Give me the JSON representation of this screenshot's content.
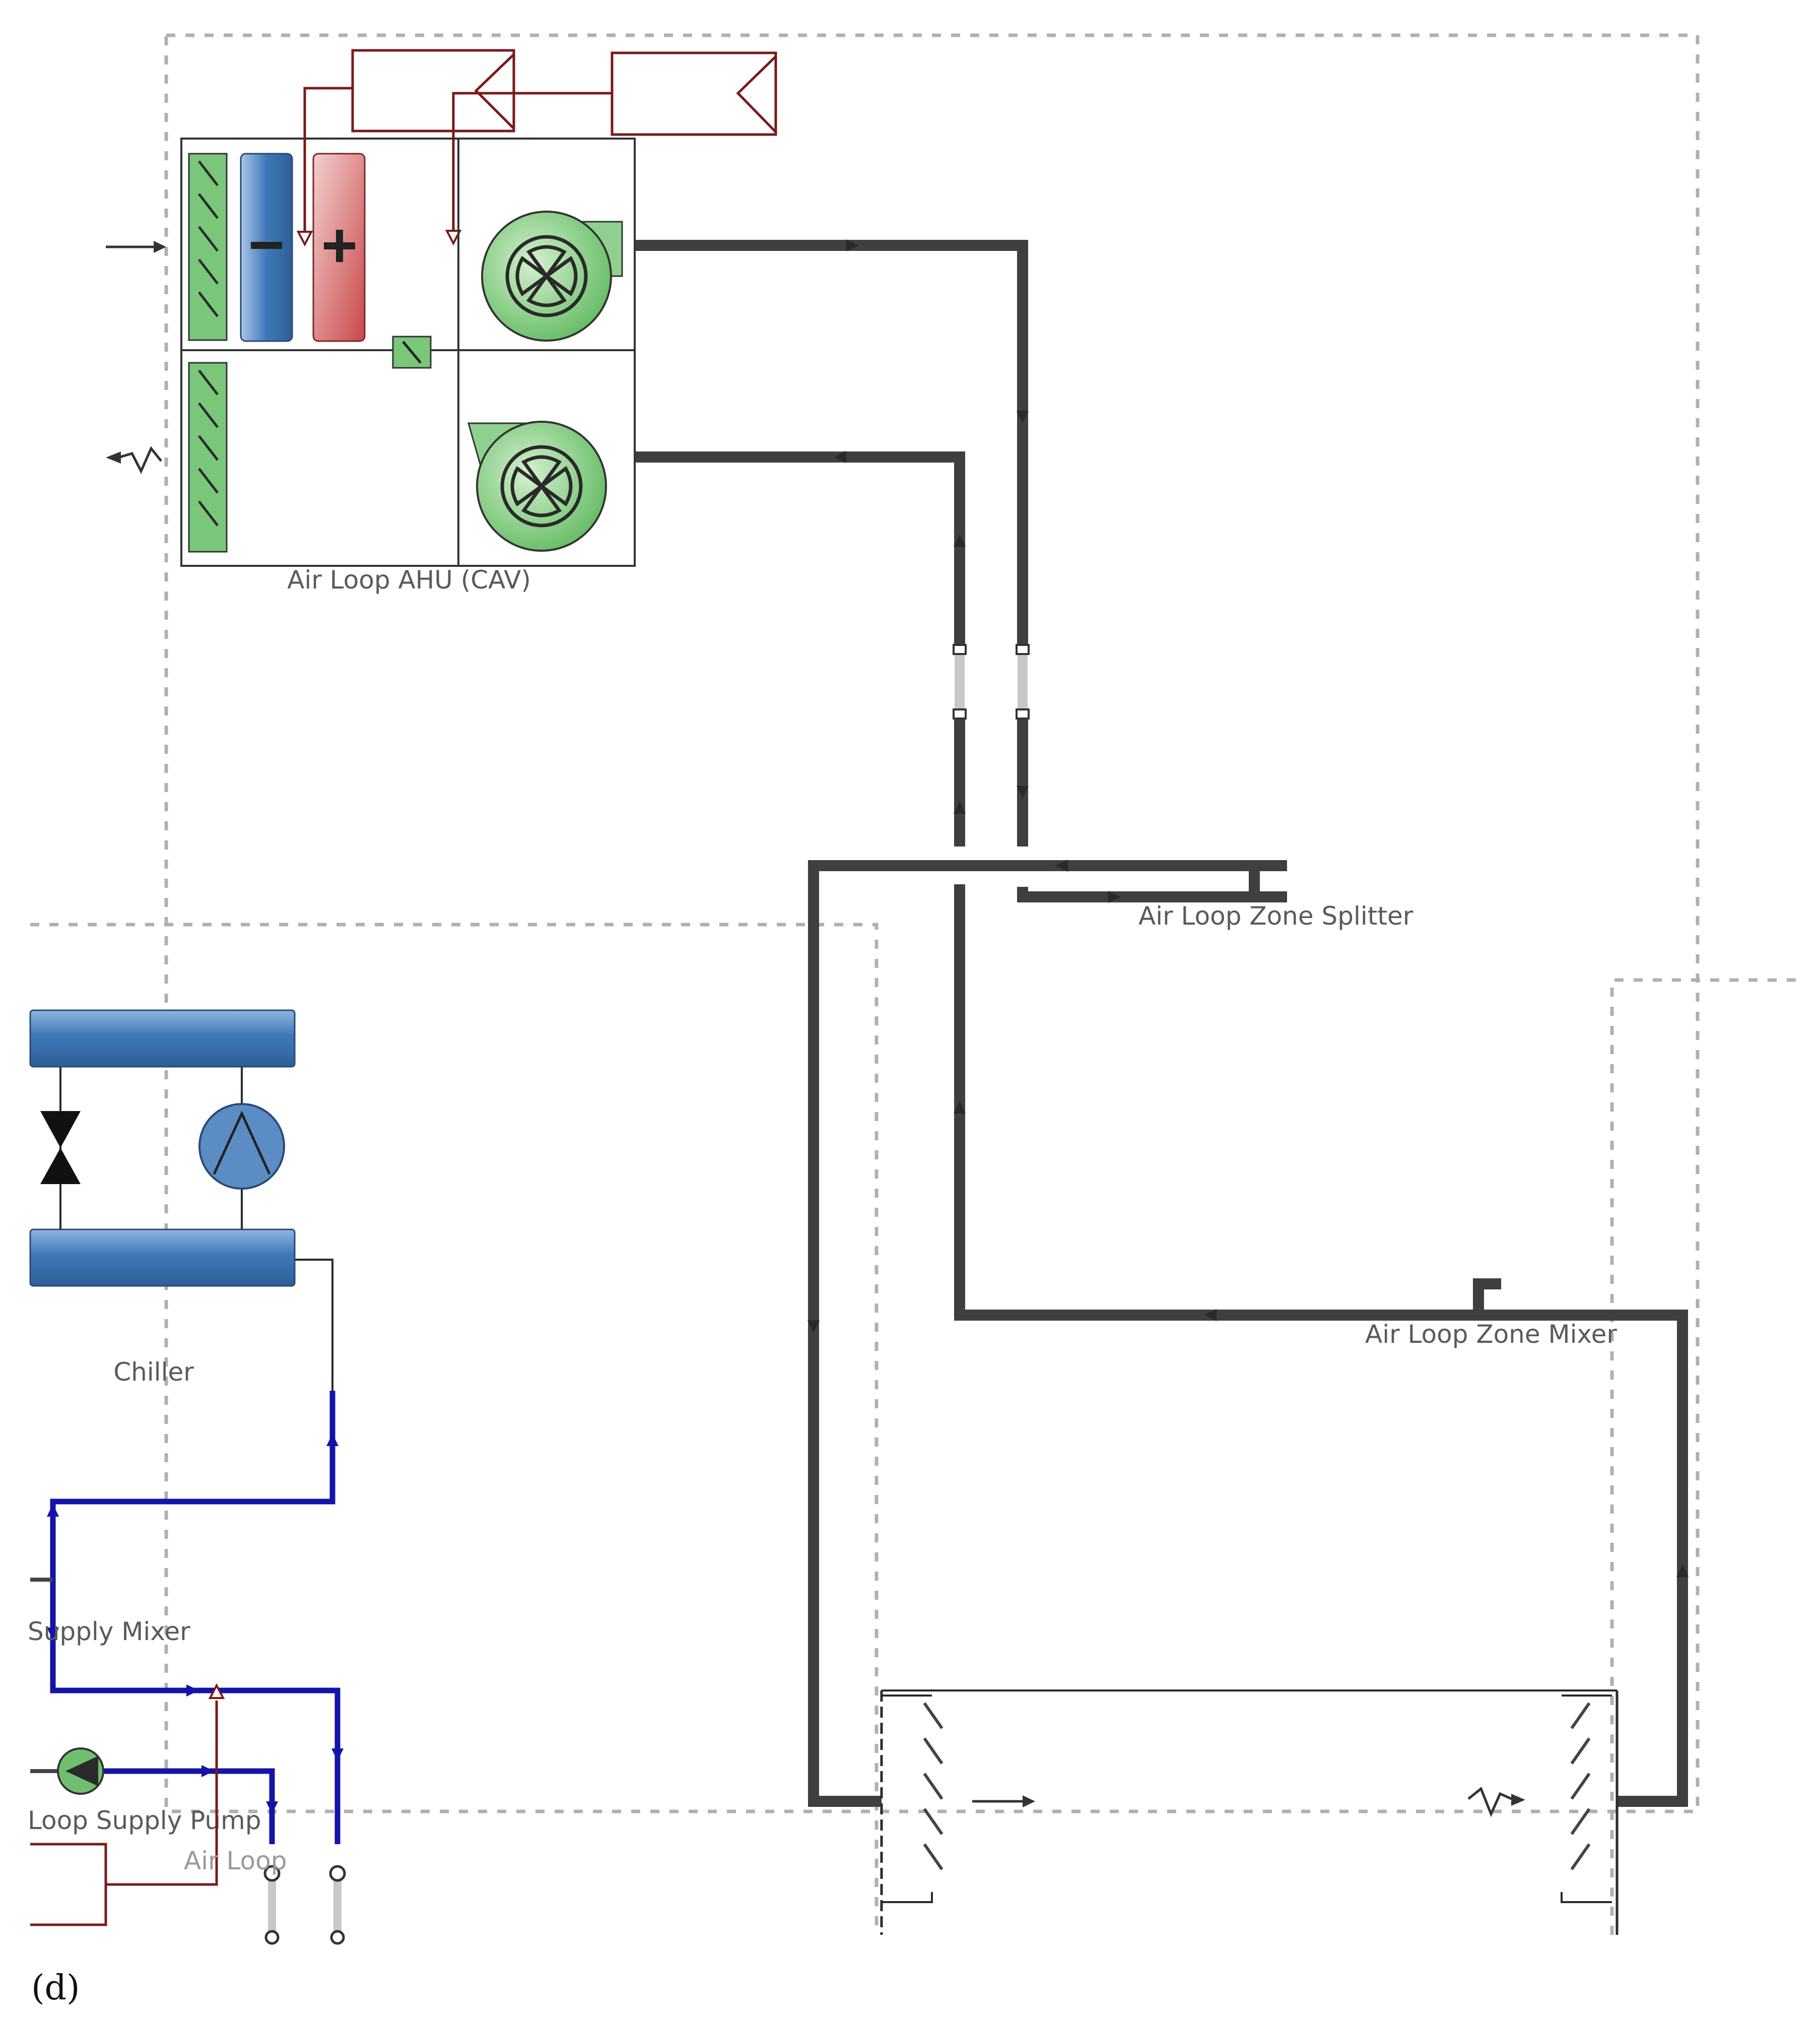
{
  "labels": {
    "ahu": "Air Loop AHU (CAV)",
    "splitter": "Air Loop Zone Splitter",
    "mixer": "Air Loop Zone Mixer",
    "chiller": "Chiller",
    "supply_mixer": "Supply Mixer",
    "supply_pump": "Loop Supply Pump",
    "air_loop": "Air Loop"
  },
  "caption": "(d)",
  "icons": {
    "outdoor_air": "arrow-right-icon",
    "exhaust_air": "zigzag-arrow-left-icon",
    "damper": "damper-icon",
    "cooling_coil": "minus-icon",
    "heating_coil": "plus-icon",
    "fan": "fan-icon",
    "expansion_valve": "valve-icon",
    "compressor": "compressor-icon",
    "pump": "pump-icon",
    "zone_inlet": "arrow-right-icon",
    "zone_return": "zigzag-arrow-right-icon"
  },
  "colors": {
    "air_duct": "#3f3f3f",
    "water_pipe": "#1414a8",
    "control_wire": "#7a1a1a",
    "boundary": "#b0b0b0",
    "cooling_coil": "#3f78b8",
    "heating_coil": "#c84848",
    "fan_damper": "#5cb85c",
    "chiller": "#3f78b8"
  }
}
